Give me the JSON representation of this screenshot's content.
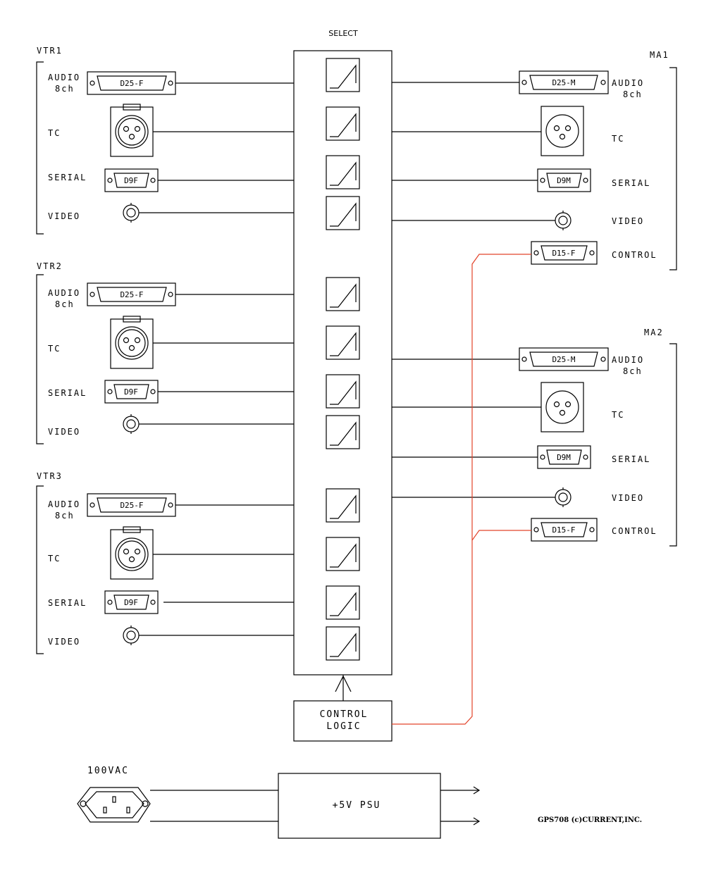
{
  "diagram": {
    "select_label": "SELECT",
    "vtrs": [
      {
        "name": "VTR1",
        "labels": [
          "AUDIO",
          "8ch",
          "TC",
          "SERIAL",
          "VIDEO"
        ],
        "audio_conn": "D25-F",
        "serial_conn": "D9F"
      },
      {
        "name": "VTR2",
        "labels": [
          "AUDIO",
          "8ch",
          "TC",
          "SERIAL",
          "VIDEO"
        ],
        "audio_conn": "D25-F",
        "serial_conn": "D9F"
      },
      {
        "name": "VTR3",
        "labels": [
          "AUDIO",
          "8ch",
          "TC",
          "SERIAL",
          "VIDEO"
        ],
        "audio_conn": "D25-F",
        "serial_conn": "D9F"
      }
    ],
    "mas": [
      {
        "name": "MA1",
        "labels": [
          "AUDIO",
          "8ch",
          "TC",
          "SERIAL",
          "VIDEO",
          "CONTROL"
        ],
        "audio_conn": "D25-M",
        "serial_conn": "D9M",
        "control_conn": "D15-F"
      },
      {
        "name": "MA2",
        "labels": [
          "AUDIO",
          "8ch",
          "TC",
          "SERIAL",
          "VIDEO",
          "CONTROL"
        ],
        "audio_conn": "D25-M",
        "serial_conn": "D9M",
        "control_conn": "D15-F"
      }
    ],
    "control_logic": [
      "CONTROL",
      "LOGIC"
    ],
    "power_input": "100VAC",
    "psu_label": "+5V PSU",
    "footer": "GPS708 (c)CURRENT,INC.",
    "colors": {
      "line": "#000000",
      "control_wire": "#e2432a"
    }
  }
}
